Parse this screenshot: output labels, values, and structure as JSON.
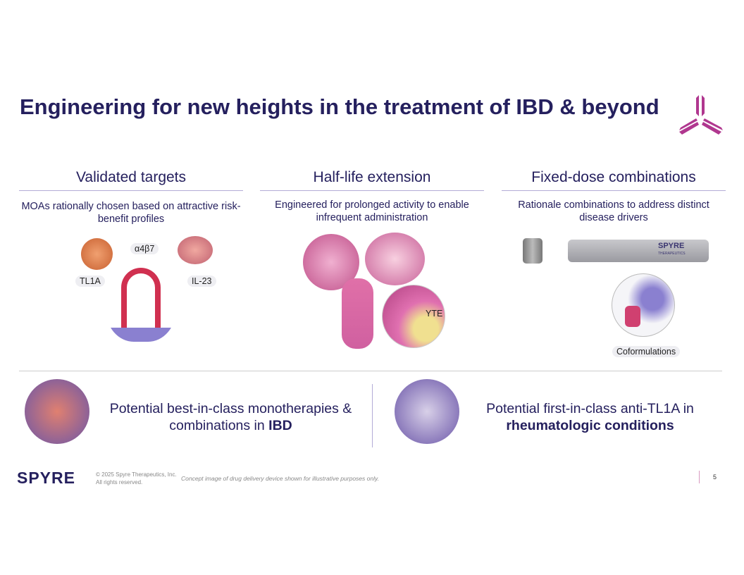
{
  "title": "Engineering for new heights in the treatment of IBD & beyond",
  "columns": [
    {
      "heading": "Validated targets",
      "description": "MOAs rationally chosen based on attractive risk-benefit profiles",
      "labels": [
        "α4β7",
        "TL1A",
        "IL-23"
      ]
    },
    {
      "heading": "Half-life extension",
      "description": "Engineered for prolonged activity to enable infrequent administration",
      "labels": [
        "YTE"
      ]
    },
    {
      "heading": "Fixed-dose combinations",
      "description": "Rationale combinations to address distinct disease drivers",
      "labels": [
        "Coformulations"
      ],
      "device_brand": "SPYRE",
      "device_sub": "THERAPEUTICS"
    }
  ],
  "bottom": {
    "left": {
      "text": "Potential best-in-class monotherapies & combinations in ",
      "bold": "IBD"
    },
    "right": {
      "text": "Potential first-in-class anti-TL1A in ",
      "bold": "rheumatologic conditions"
    }
  },
  "footer": {
    "logo": "SPYRE",
    "copyright": "© 2025 Spyre Therapeutics, Inc.",
    "rights": "All rights reserved.",
    "disclaimer": "Concept image of drug delivery device shown for illustrative purposes only.",
    "page": "5"
  },
  "colors": {
    "navy": "#25205e",
    "magenta": "#b0378f",
    "rule": "#b3acd6"
  }
}
